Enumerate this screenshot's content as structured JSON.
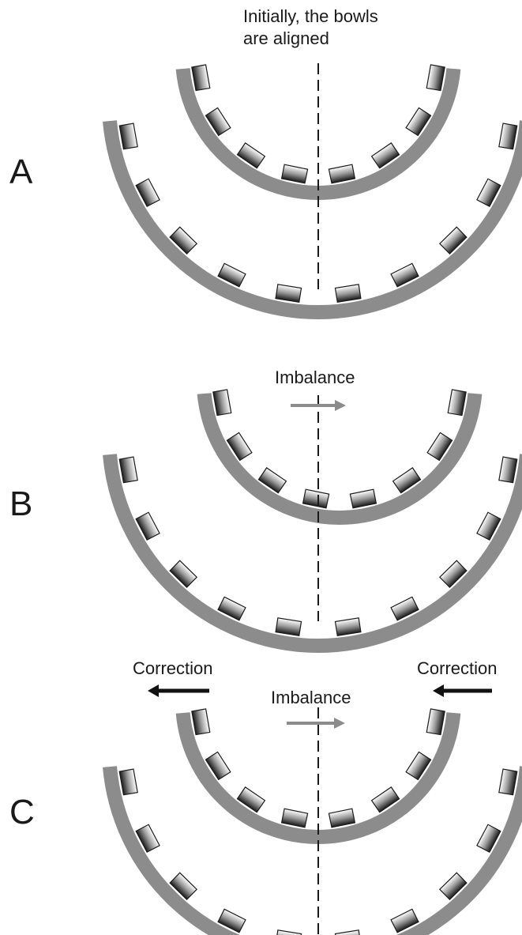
{
  "colors": {
    "bowl": "#8c8c8c",
    "axis": "#1a1a1a",
    "imbalance_arrow": "#8c8c8c",
    "correction_arrow": "#111111",
    "magnet_stroke": "#1a1a1a",
    "magnet_dark": "#1a1a1a",
    "magnet_light": "#ffffff"
  },
  "panels": [
    {
      "letter": "A",
      "caption_lines": [
        "Initially, the bowls",
        "are aligned"
      ],
      "inner_offset": 0,
      "imbalance": null,
      "corrections": []
    },
    {
      "letter": "B",
      "caption_lines": [],
      "inner_offset": 0,
      "imbalance": {
        "label": "Imbalance",
        "direction": "right"
      },
      "corrections": []
    },
    {
      "letter": "C",
      "caption_lines": [],
      "inner_offset": 0,
      "imbalance": {
        "label": "Imbalance",
        "direction": "right"
      },
      "corrections": [
        {
          "label": "Correction",
          "direction": "left"
        },
        {
          "label": "Correction",
          "direction": "left"
        }
      ]
    }
  ]
}
